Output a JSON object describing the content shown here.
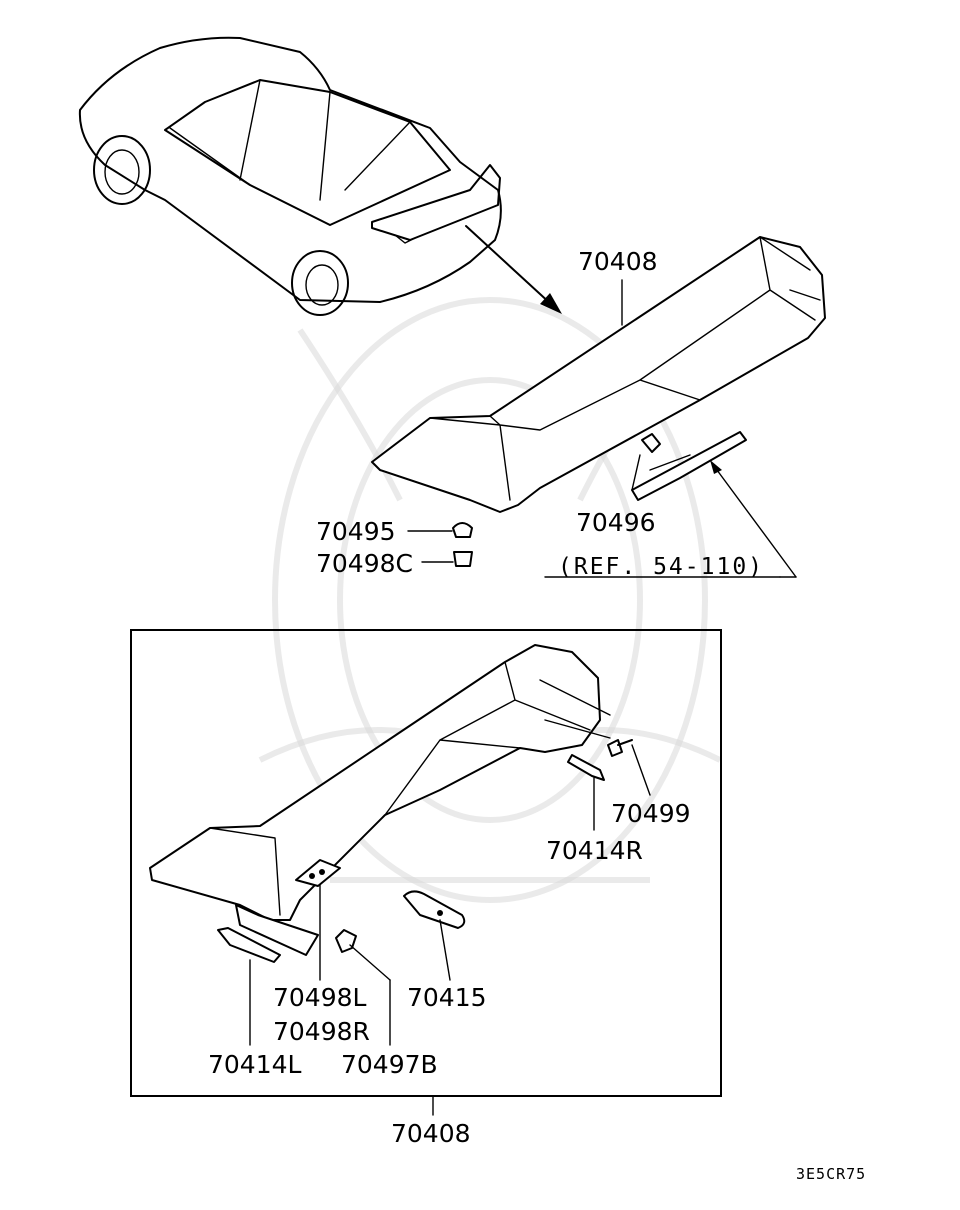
{
  "diagram": {
    "labels": {
      "spoiler_top": "70408",
      "bolt_70495": "70495",
      "cap_70498c": "70498C",
      "clip_70496": "70496",
      "reference": "(REF. 54-110)",
      "screw_70499": "70499",
      "seal_70414r": "70414R",
      "pad_70498l": "70498L",
      "pad_70498r": "70498R",
      "plate_70415": "70415",
      "seal_70414l": "70414L",
      "clip_70497b": "70497B",
      "spoiler_bottom": "70408"
    },
    "diagram_code": "3E5CR75"
  }
}
